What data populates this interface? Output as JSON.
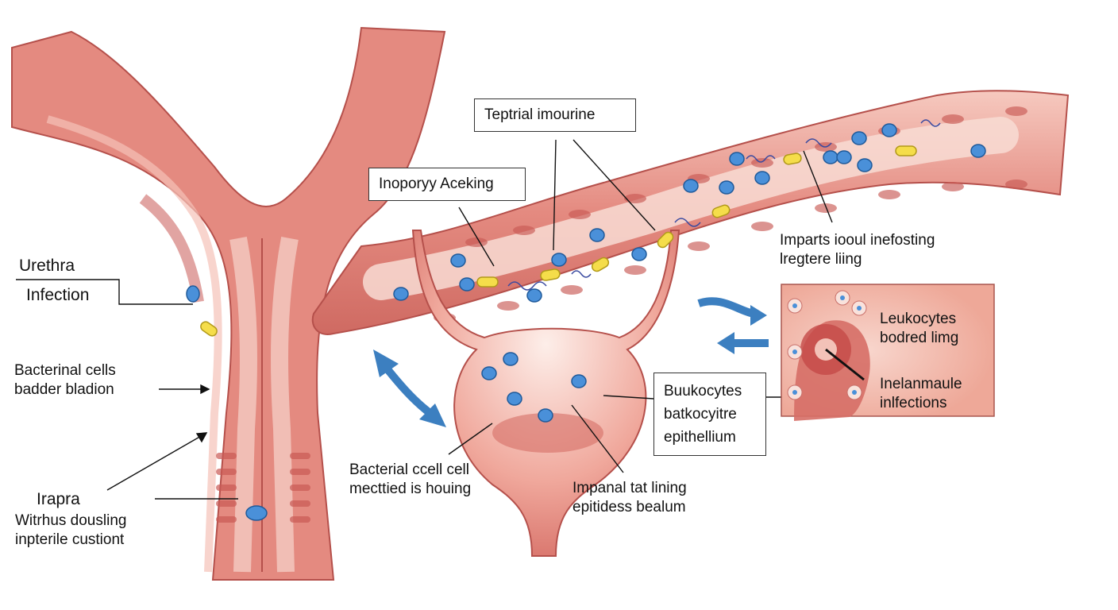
{
  "labels": {
    "urethra": "Urethra",
    "infection": "Infection",
    "bacterinal_cells": [
      "Bacterinal cells",
      "badder bladion"
    ],
    "irapra": "Irapra",
    "withrus": [
      "Witrhus dousling",
      "inpterile custiont"
    ],
    "teptrial": "Teptrial imourine",
    "inoporyy": "Inoporyy Aceking",
    "imparts": [
      "Imparts iooul inefosting",
      "lregtere liing"
    ],
    "buukocytes": [
      "Buukocytes",
      "batkocyitre",
      "epithellium"
    ],
    "bacterial_ccell": [
      "Bacterial ccell cell",
      "mecttied is houing"
    ],
    "impanal": [
      "Impanal tat lining",
      "epitidess bealum"
    ],
    "leukocytes": [
      "Leukocytes",
      "bodred limg"
    ],
    "inelanmaule": [
      "Inelanmaule",
      "inlfections"
    ]
  },
  "colors": {
    "tissue": "#e48a80",
    "tissue_dark": "#c95a55",
    "lumen": "#f3c2b8",
    "bacteria_blue": "#4a90d9",
    "bacteria_yellow": "#f5dd4a",
    "arrow_blue": "#3c7fc0",
    "inset_bg": "#f4c9bf"
  },
  "icons": [
    "bacteria-blue-icon",
    "bacteria-yellow-icon",
    "leukocyte-icon",
    "double-arrow-icon",
    "curved-arrow-icon"
  ]
}
